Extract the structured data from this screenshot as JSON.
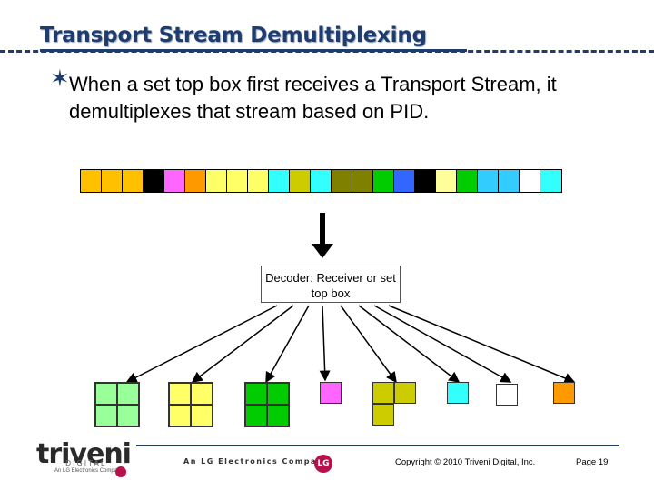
{
  "header": {
    "title": "Transport Stream Demultiplexing"
  },
  "body": {
    "bullet_icon": "star-bullet-icon",
    "bullet_text": "When a set top box first receives a Transport Stream, it demultiplexes that stream based on PID."
  },
  "stream": {
    "colors": [
      "#ffc000",
      "#ffc000",
      "#ffc000",
      "#000000",
      "#ff66ff",
      "#ff9900",
      "#ffff66",
      "#ffff66",
      "#ffff66",
      "#33ffff",
      "#cccc00",
      "#33ffff",
      "#808000",
      "#808000",
      "#00cc00",
      "#3366ff",
      "#000000",
      "#ffff99",
      "#00cc00",
      "#33ccff",
      "#33ccff",
      "#ffffff",
      "#33ffff"
    ]
  },
  "decoder": {
    "label": "Decoder: Receiver or set top box"
  },
  "outputs": {
    "group1_color": "#99ff99",
    "group2_color": "#ffff66",
    "group3_color": "#00cc00",
    "group4_color": "#ff66ff",
    "group5_color": "#cccc00",
    "group6_color": "#33ffff",
    "group7_color": "#ffffff",
    "group8_color": "#ff9900"
  },
  "footer": {
    "logo_name": "triveni",
    "logo_sub": "DIGITAL",
    "logo_tag": "An LG Electronics Company",
    "company_text": "An LG Electronics Company",
    "lg_logo": "LG",
    "copyright": "Copyright © 2010 Triveni Digital, Inc.",
    "page": "Page 19"
  }
}
